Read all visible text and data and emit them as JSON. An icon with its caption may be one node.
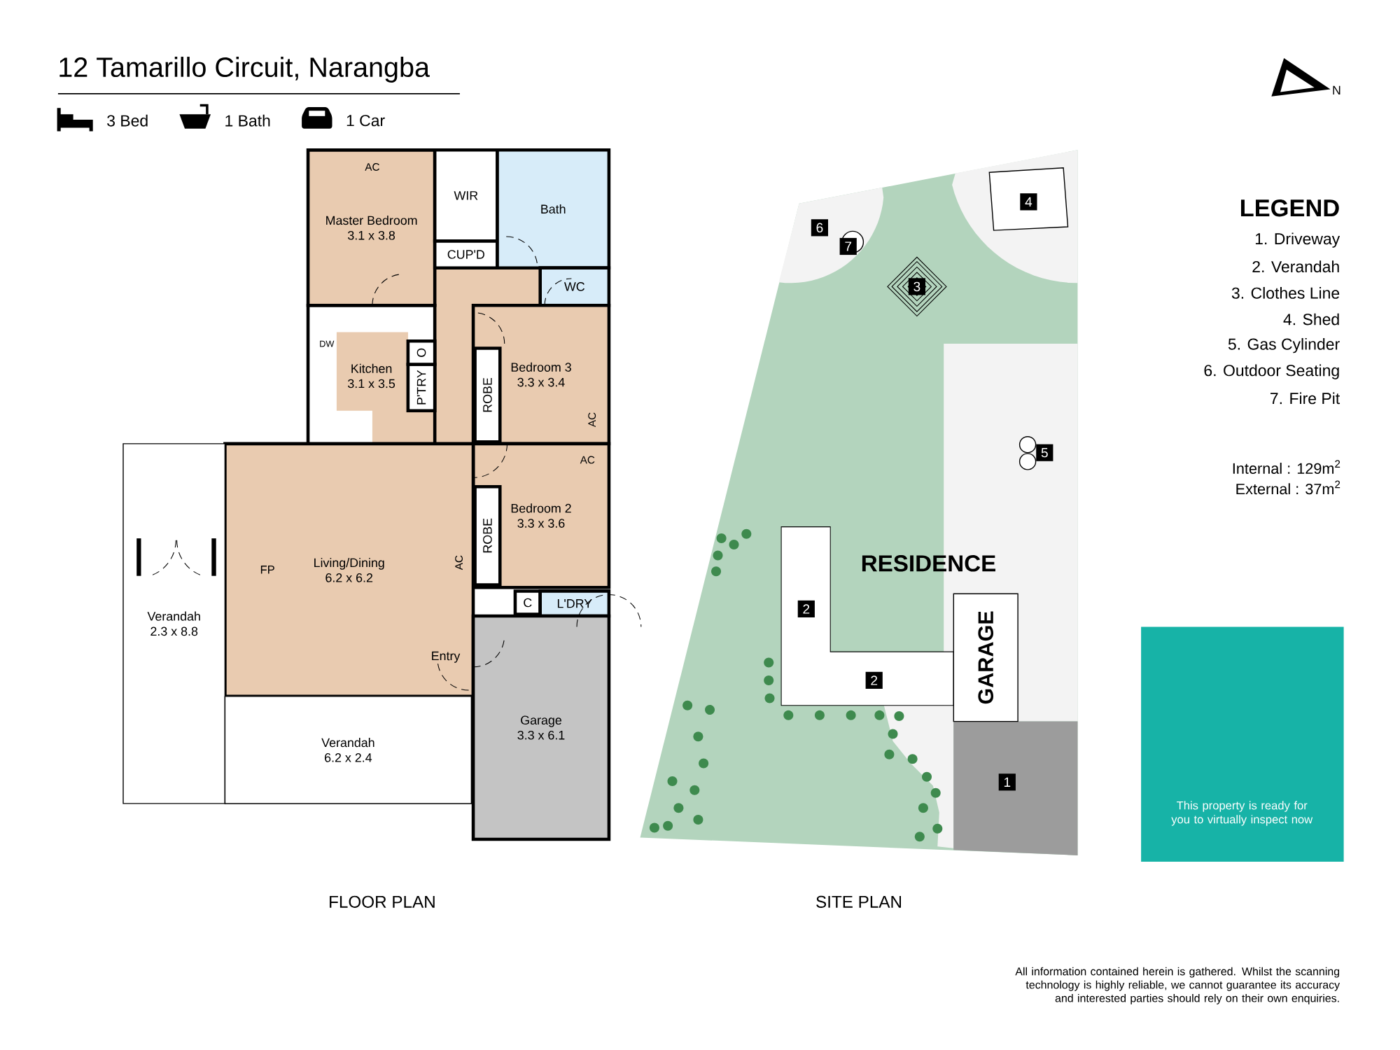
{
  "diagram": {
    "title": "12 Tamarillo Circuit, Narangba",
    "nodes": [
      {
        "text": [
          "Master Bedroom",
          "3.1 x 3.8"
        ]
      },
      {
        "text": [
          "WIR"
        ]
      },
      {
        "text": [
          "CUP'D"
        ]
      },
      {
        "text": [
          "Bath"
        ]
      },
      {
        "text": [
          "WC"
        ]
      },
      {
        "text": [
          "Kitchen",
          "3.1 x 3.5"
        ]
      },
      {
        "text": [
          "P'TRY"
        ],
        "in": 5
      },
      {
        "text": [
          "O"
        ],
        "in": 5
      },
      {
        "text": [
          "Bedroom 3",
          "3.3 x 3.4"
        ]
      },
      {
        "text": [
          "ROBE"
        ],
        "in": 8
      },
      {
        "text": [
          "Bedroom 2",
          "3.3 x 3.6"
        ]
      },
      {
        "text": [
          "ROBE"
        ],
        "in": 10
      },
      {
        "text": [
          "Living/Dining",
          "6.2 x 6.2"
        ]
      },
      {
        "text": [
          "C"
        ]
      },
      {
        "text": [
          "L'DRY"
        ]
      },
      {
        "text": [
          "Garage",
          "3.3 x 6.1"
        ]
      },
      {
        "text": [
          "Verandah",
          "2.3 x 8.8"
        ]
      },
      {
        "text": [
          "Verandah",
          "6.2 x 2.4"
        ]
      },
      {
        "text": [
          "RESIDENCE"
        ]
      },
      {
        "text": [
          "GARAGE"
        ]
      },
      {
        "text": [
          "1"
        ]
      },
      {
        "text": [
          "2"
        ]
      },
      {
        "text": [
          "2"
        ]
      },
      {
        "text": [
          "3"
        ]
      },
      {
        "text": [
          "4"
        ]
      },
      {
        "text": [
          "5"
        ]
      },
      {
        "text": [
          "6"
        ]
      },
      {
        "text": [
          "7"
        ]
      }
    ],
    "labels": [
      "3 Bed",
      "1 Bath",
      "1 Car",
      "AC",
      "DW",
      "AC",
      "AC",
      "AC",
      "FP",
      "Entry",
      "FLOOR PLAN",
      "SITE PLAN",
      "N",
      "LEGEND",
      "Internal  : 129m$^{2}$",
      "External :   37m$^{2}$",
      "This property is ready for you to virtually inspect now",
      "All information contained herein is gathered. Whilst the scanning technology is highly reliable, we cannot guarantee its accuracy and interested parties should rely on their own enquiries."
    ],
    "legend": [
      {
        "text": "1. Driveway"
      },
      {
        "text": "2. Verandah"
      },
      {
        "text": "3. Clothes Line"
      },
      {
        "text": "4. Shed"
      },
      {
        "text": "5. Gas Cylinder"
      },
      {
        "text": "6. Outdoor Seating"
      },
      {
        "text": "7. Fire Pit"
      }
    ]
  }
}
